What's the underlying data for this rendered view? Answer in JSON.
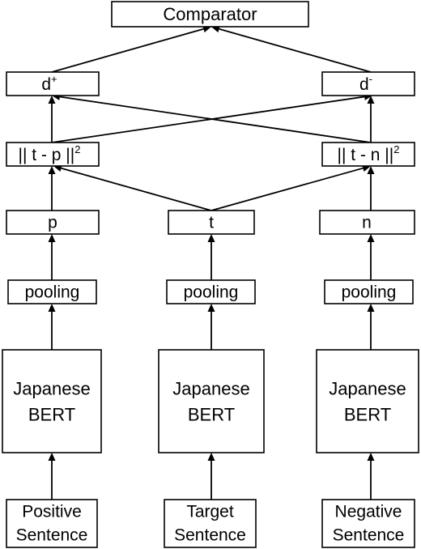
{
  "diagram": {
    "comparator": "Comparator",
    "d_plus": {
      "base": "d",
      "sup": "+"
    },
    "d_minus": {
      "base": "d",
      "sup": "-"
    },
    "dist_p": {
      "text": "|| t - p ||",
      "sup": "2"
    },
    "dist_n": {
      "text": "|| t - n ||",
      "sup": "2"
    },
    "vec_p": "p",
    "vec_t": "t",
    "vec_n": "n",
    "pooling_left": "pooling",
    "pooling_center": "pooling",
    "pooling_right": "pooling",
    "bert_left": {
      "line1": "Japanese",
      "line2": "BERT"
    },
    "bert_center": {
      "line1": "Japanese",
      "line2": "BERT"
    },
    "bert_right": {
      "line1": "Japanese",
      "line2": "BERT"
    },
    "input_left": {
      "line1": "Positive",
      "line2": "Sentence"
    },
    "input_center": {
      "line1": "Target",
      "line2": "Sentence"
    },
    "input_right": {
      "line1": "Negative",
      "line2": "Sentence"
    }
  }
}
